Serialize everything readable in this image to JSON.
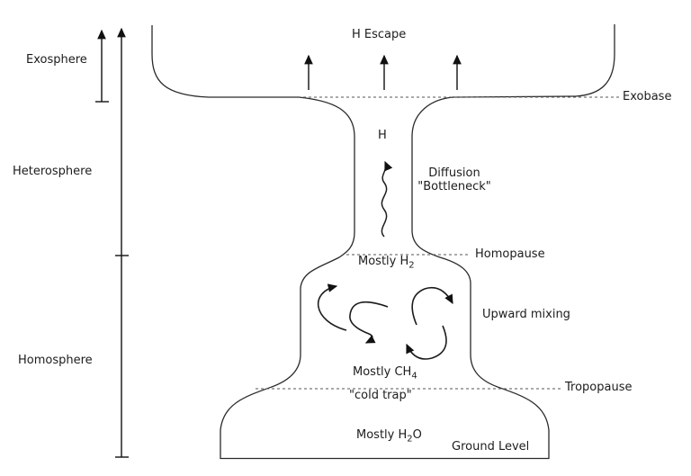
{
  "diagram": {
    "layers": {
      "exosphere": "Exosphere",
      "heterosphere": "Heterosphere",
      "homosphere": "Homosphere"
    },
    "boundaries": {
      "exobase": "Exobase",
      "homopause": "Homopause",
      "tropopause": "Tropopause",
      "ground_level": "Ground Level"
    },
    "annotations": {
      "h_escape": "H Escape",
      "h": "H",
      "diffusion_line1": "Diffusion",
      "diffusion_line2": "\"Bottleneck\"",
      "upward_mixing": "Upward mixing",
      "cold_trap": "\"cold trap\"",
      "mostly_h2": {
        "text": "Mostly H",
        "sub": "2"
      },
      "mostly_ch4": {
        "text": "Mostly CH",
        "sub": "4"
      },
      "mostly_h2o": {
        "text": "Mostly H",
        "sub": "2",
        "tail": "O"
      }
    },
    "icons": {
      "up_arrow": "up-arrow",
      "wavy_arrow": "wavy-up-arrow",
      "eddy_arrow": "curved-eddy-arrow"
    },
    "colors": {
      "line": "#1c1c1c",
      "dashed_line": "#555555",
      "background": "#ffffff"
    }
  }
}
